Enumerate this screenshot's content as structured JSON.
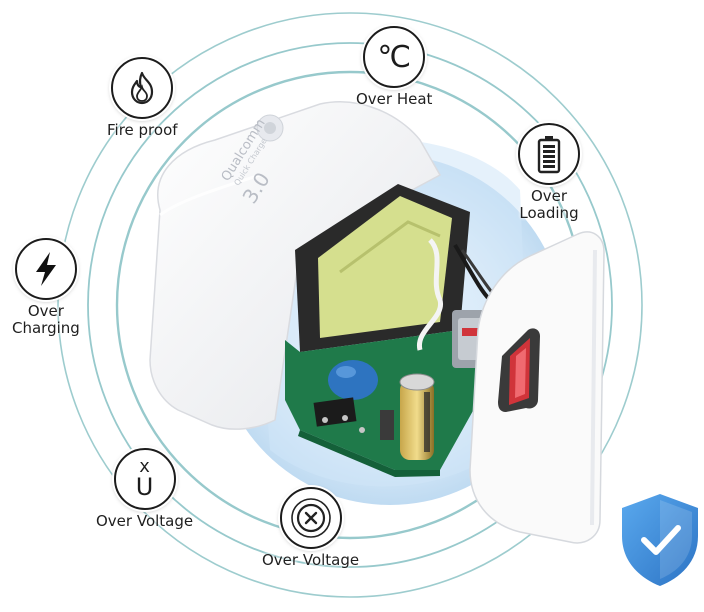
{
  "features": [
    {
      "id": "fire",
      "icon": "fire-icon",
      "lines": [
        "Fire proof"
      ]
    },
    {
      "id": "heat",
      "icon": "thermometer-celsius-icon",
      "lines": [
        "Over Heat"
      ]
    },
    {
      "id": "loading",
      "icon": "battery-icon",
      "lines": [
        "Over",
        "Loading"
      ]
    },
    {
      "id": "charging",
      "icon": "lightning-bolt-icon",
      "lines": [
        "Over",
        "Charging"
      ]
    },
    {
      "id": "voltage_left",
      "icon": "voltage-xu-icon",
      "lines": [
        "Over Voltage"
      ]
    },
    {
      "id": "voltage_bottom",
      "icon": "cancel-x-icon",
      "lines": [
        "Over Voltage"
      ]
    }
  ],
  "icon_glyphs": {
    "celsius": "℃",
    "voltage_top": "x",
    "voltage_bottom": "U"
  },
  "product": {
    "brand_line1": "Qualcomm",
    "brand_line2": "Quick Charge",
    "brand_line3": "3.0"
  },
  "colors": {
    "ring": "#7fbcc0",
    "glow": "#cfe6f5",
    "pcb": "#1f7a4a",
    "transformer": "#cfd98a",
    "shield": "#3f8fdb",
    "usb_port": "#d0343a"
  }
}
